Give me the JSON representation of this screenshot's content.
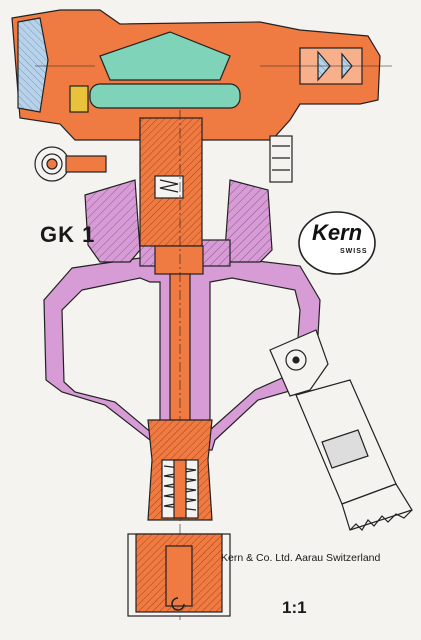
{
  "labels": {
    "model": "GK 1",
    "logo_brand": "Kern",
    "logo_sub": "SWISS",
    "company": "Kern & Co. Ltd. Aarau Switzerland",
    "scale": "1:1"
  },
  "colors": {
    "background": "#f4f3ef",
    "body_housing": "#d79bd6",
    "metal_parts": "#ef7a42",
    "optics_glass": "#7fd3b8",
    "lens_blue": "#b8d2ea",
    "yellow_pad": "#e8c23a",
    "outline": "#222222"
  },
  "icons": {
    "logo": "kern-oval-logo-icon",
    "hook": "suspension-hook-icon"
  }
}
